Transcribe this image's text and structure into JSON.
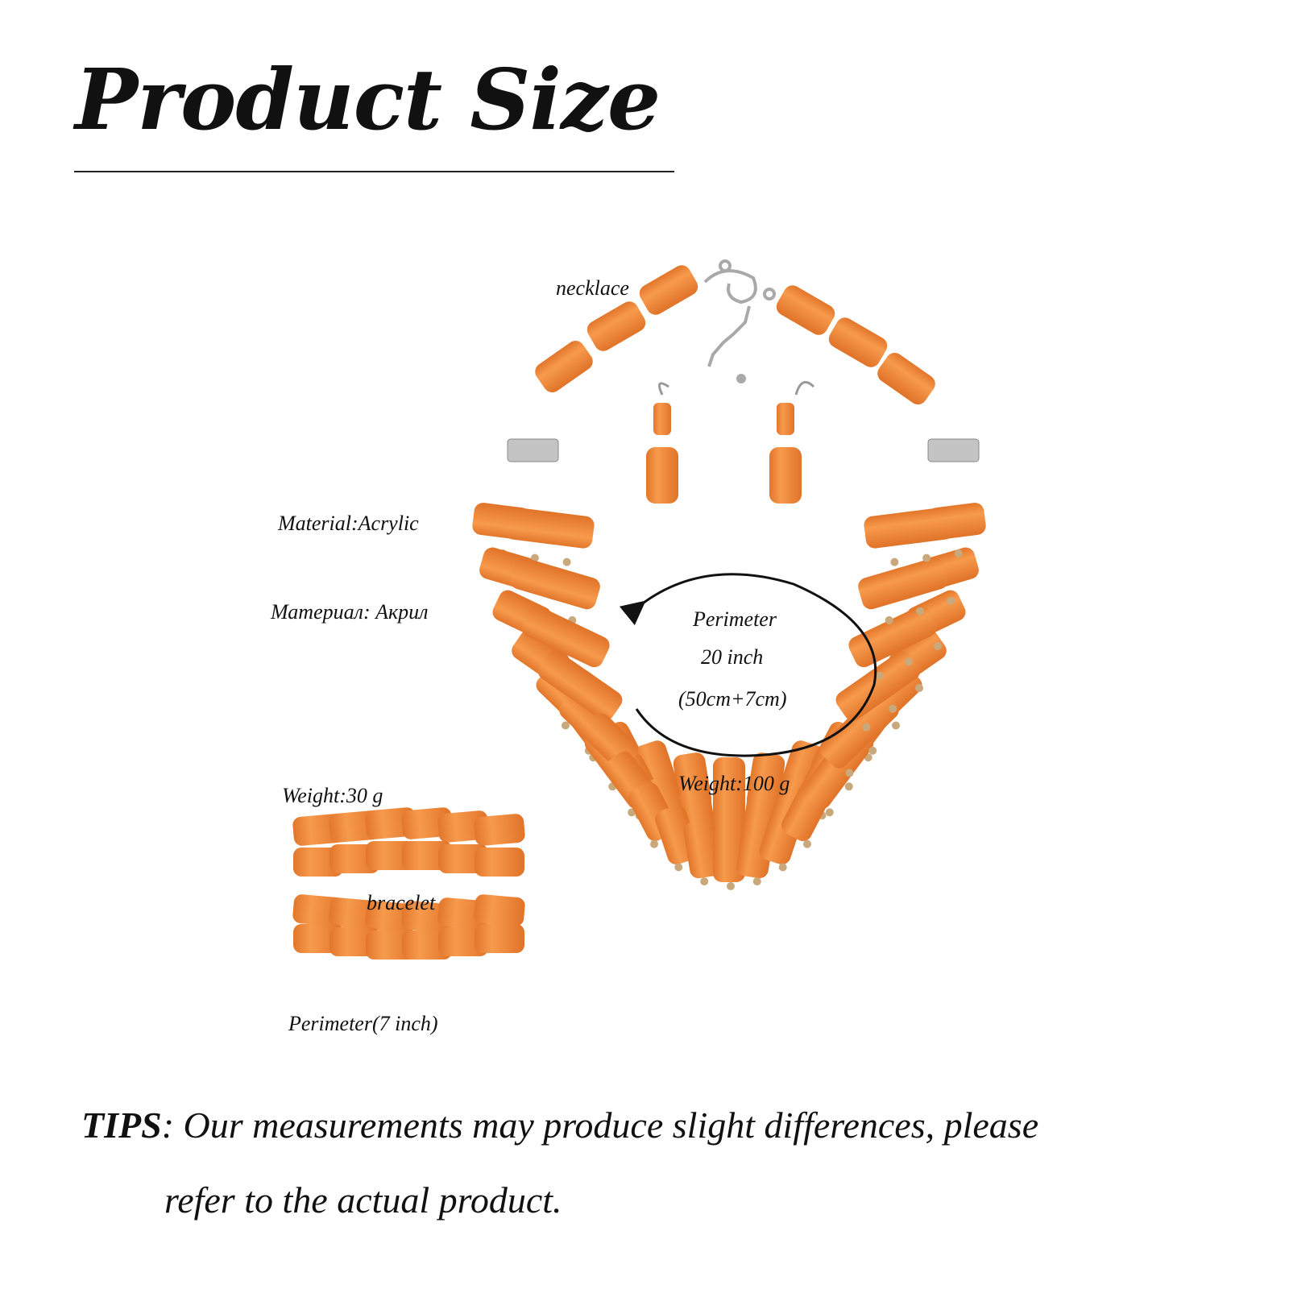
{
  "title": "Product Size",
  "labels": {
    "necklace": "necklace",
    "material_en": "Material:Acrylic",
    "material_ru": "Материал: Акрил",
    "perimeter": "Perimeter",
    "perimeter_inch": "20 inch",
    "perimeter_cm": "(50cm+7cm)",
    "necklace_weight": "Weight:100 g",
    "bracelet_weight": "Weight:30 g",
    "bracelet": "bracelet",
    "bracelet_perimeter": "Perimeter(7 inch)"
  },
  "tips": {
    "keyword": "TIPS",
    "line1": ": Our measurements may produce slight differences, please",
    "line2": "refer to the actual product."
  },
  "colors": {
    "bead": "#f3893a",
    "bead_shade": "#d86d22",
    "spacer": "#c9a87c",
    "metal": "#b8b8b8"
  }
}
